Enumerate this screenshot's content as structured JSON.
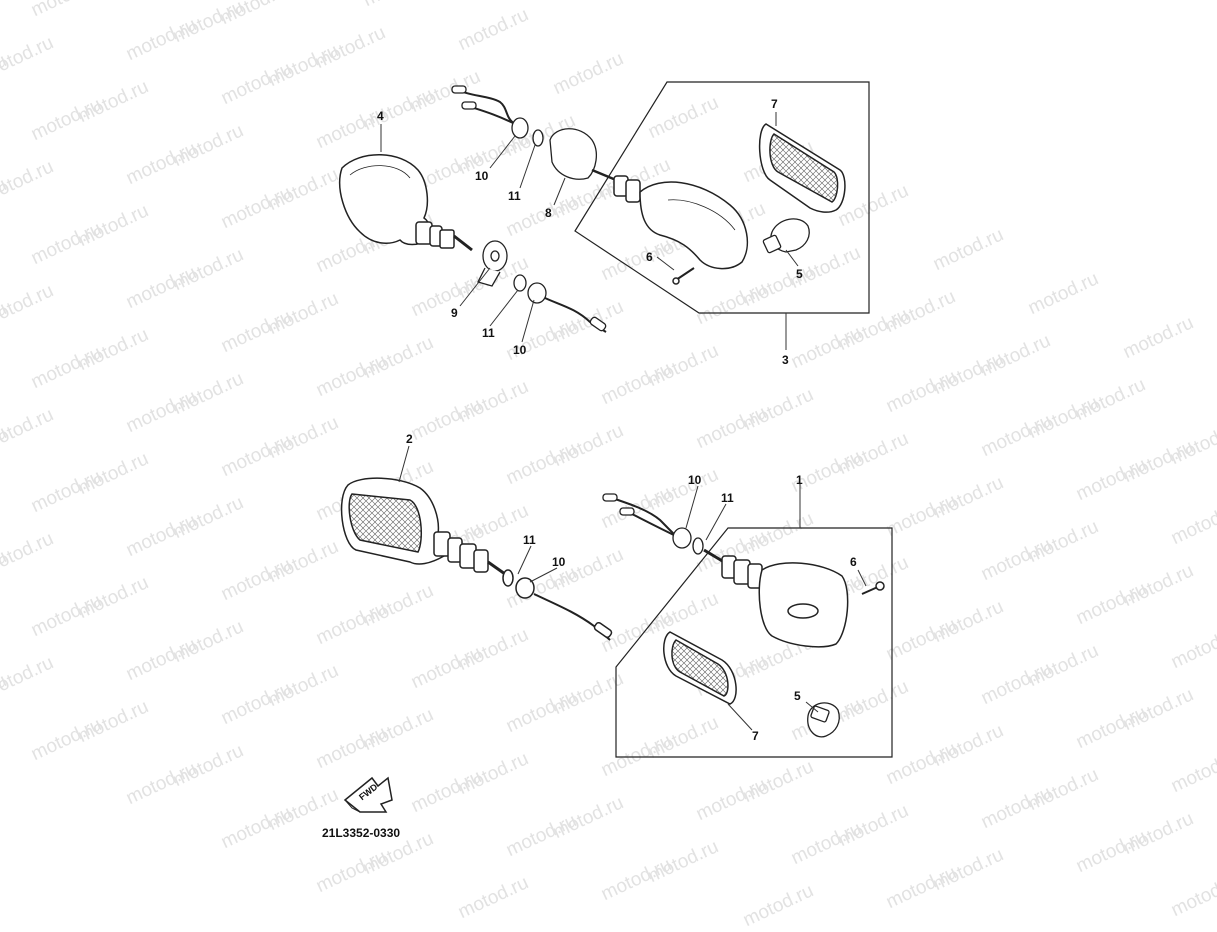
{
  "watermark": "motod.ru",
  "diagram_code": "21L3352-0330",
  "fwd_label": "FWD",
  "callouts": {
    "top_4": "4",
    "top_10a": "10",
    "top_11a": "11",
    "top_8": "8",
    "top_9": "9",
    "top_11b": "11",
    "top_10b": "10",
    "top_7": "7",
    "top_6": "6",
    "top_5": "5",
    "top_3": "3",
    "bot_2": "2",
    "bot_11a": "11",
    "bot_10a": "10",
    "bot_10b": "10",
    "bot_11b": "11",
    "bot_1": "1",
    "bot_6": "6",
    "bot_5": "5",
    "bot_7": "7"
  }
}
